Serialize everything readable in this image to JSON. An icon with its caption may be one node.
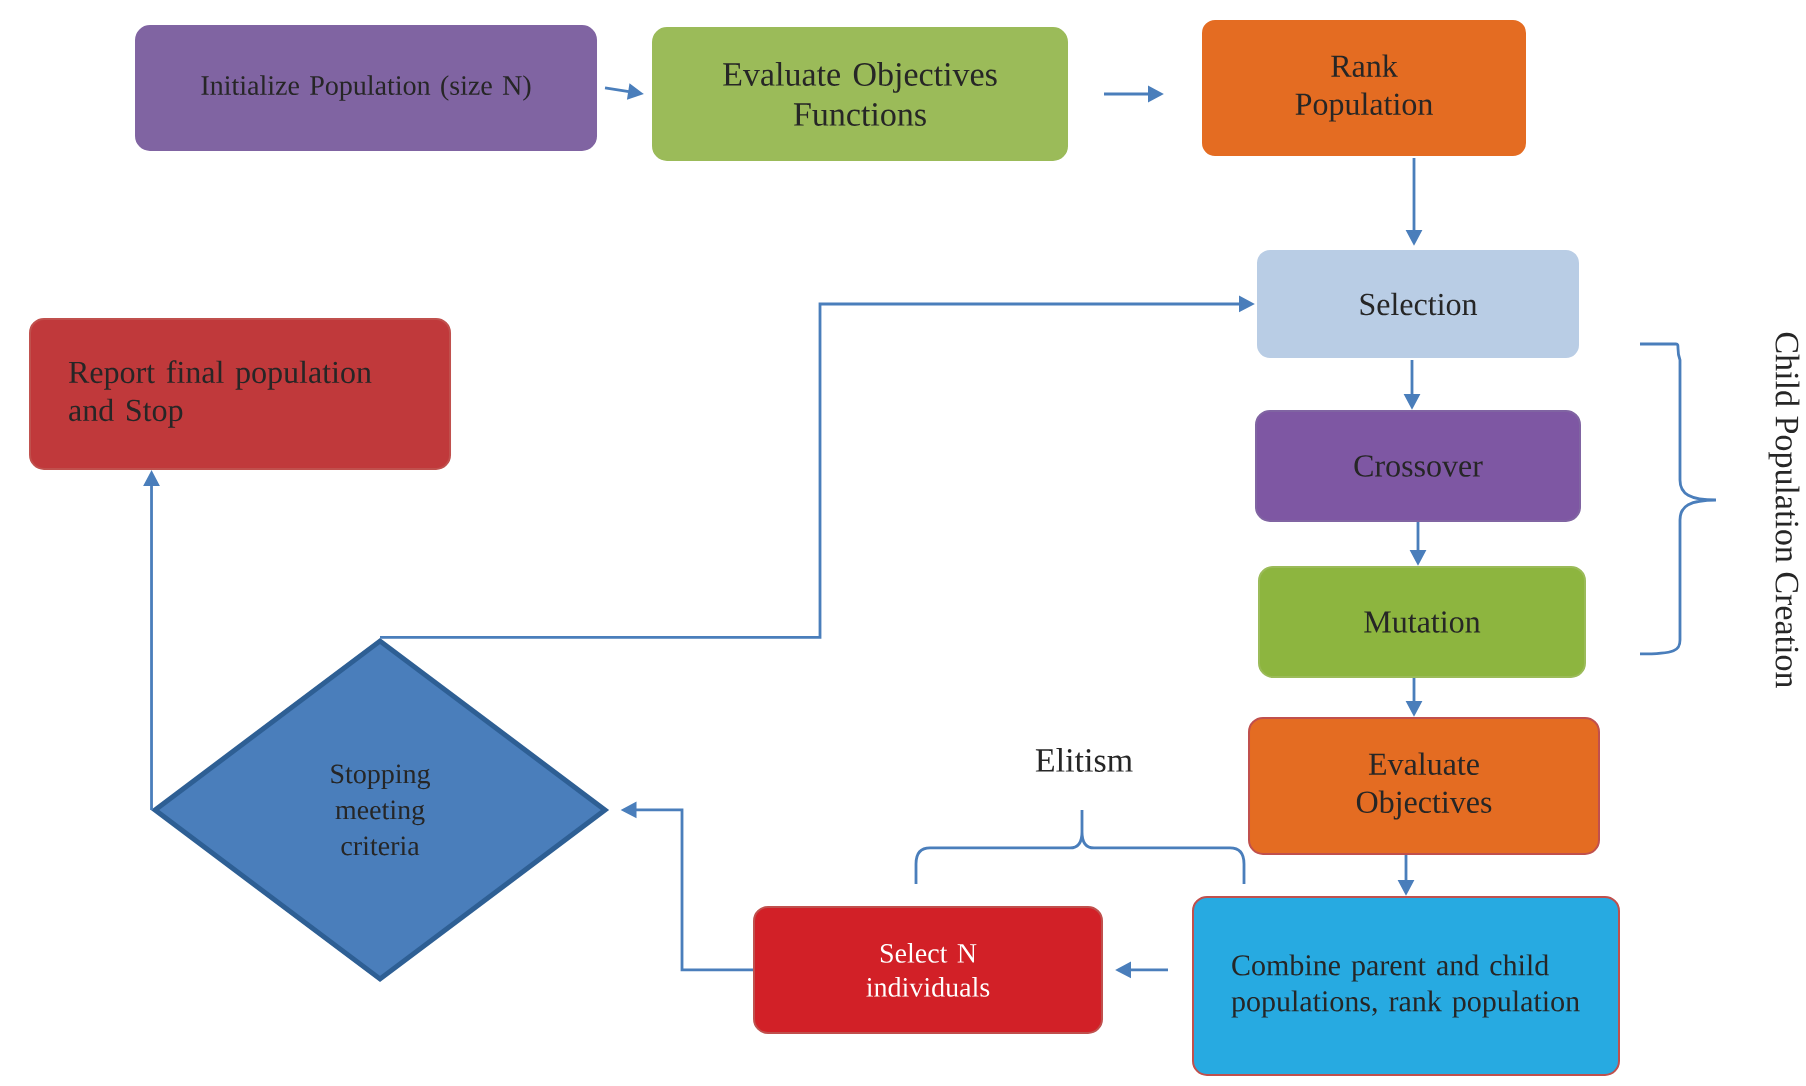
{
  "diagram": {
    "nodes": [
      {
        "text": [
          "Initialize Population (size N)"
        ]
      },
      {
        "text": [
          "Evaluate Objectives Functions"
        ]
      },
      {
        "text": [
          "Rank Population"
        ]
      },
      {
        "text": [
          "Selection"
        ]
      },
      {
        "text": [
          "Report final population and Stop"
        ]
      },
      {
        "text": [
          "Crossover"
        ]
      },
      {
        "text": [
          "Mutation"
        ]
      },
      {
        "text": [
          "Stopping meeting criteria"
        ]
      },
      {
        "text": [
          "Evaluate Objectives"
        ]
      },
      {
        "text": [
          "Combine parent and child populations, rank population"
        ]
      },
      {
        "text": [
          "Select N individuals"
        ]
      }
    ],
    "edges": [
      {
        "from": 0,
        "to": 1,
        "arrow": "to"
      },
      {
        "from": 1,
        "to": 2,
        "arrow": "to"
      },
      {
        "from": 2,
        "to": 3,
        "arrow": "to"
      },
      {
        "from": 3,
        "to": 5,
        "arrow": "to"
      },
      {
        "from": 5,
        "to": 6,
        "arrow": "to"
      },
      {
        "from": 6,
        "to": 8,
        "arrow": "to"
      },
      {
        "from": 8,
        "to": 9,
        "arrow": "to"
      },
      {
        "from": 9,
        "to": 10,
        "arrow": "to"
      },
      {
        "from": 10,
        "to": 7,
        "arrow": "to"
      },
      {
        "from": 7,
        "to": 4,
        "arrow": "to"
      },
      {
        "from": 7,
        "to": 3,
        "arrow": "to"
      }
    ],
    "labels": [
      "Elitism",
      "Child Population Creation"
    ]
  }
}
